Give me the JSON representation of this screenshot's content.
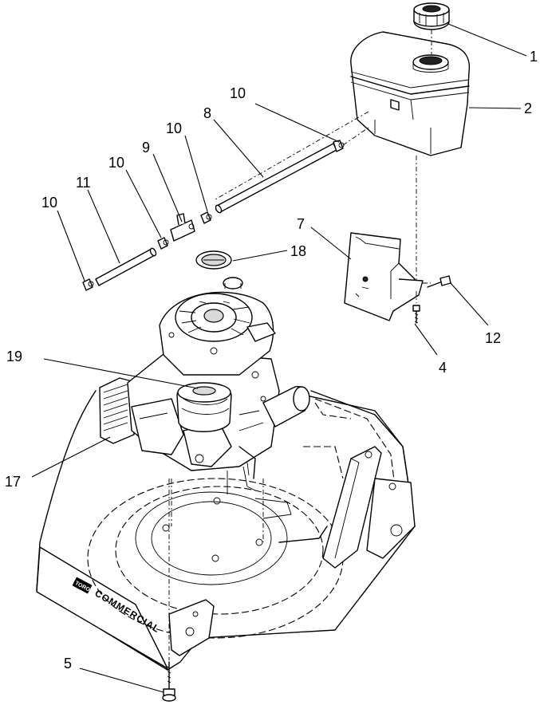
{
  "brand": {
    "logo_box_text": "TORO",
    "deck_text": "COMMERCIAL"
  },
  "callouts": [
    {
      "id": "c1",
      "label": "1",
      "part": "fuel-cap"
    },
    {
      "id": "c2",
      "label": "2",
      "part": "fuel-tank"
    },
    {
      "id": "c4",
      "label": "4",
      "part": "bracket-screw"
    },
    {
      "id": "c5",
      "label": "5",
      "part": "bolt"
    },
    {
      "id": "c7",
      "label": "7",
      "part": "tank-bracket"
    },
    {
      "id": "c8",
      "label": "8",
      "part": "fuel-line-upper"
    },
    {
      "id": "c9",
      "label": "9",
      "part": "fuel-valve"
    },
    {
      "id": "c10a",
      "label": "10",
      "part": "hose-clamp"
    },
    {
      "id": "c10b",
      "label": "10",
      "part": "hose-clamp"
    },
    {
      "id": "c10c",
      "label": "10",
      "part": "hose-clamp"
    },
    {
      "id": "c10d",
      "label": "10",
      "part": "hose-clamp"
    },
    {
      "id": "c11",
      "label": "11",
      "part": "fuel-line-lower"
    },
    {
      "id": "c12",
      "label": "12",
      "part": "bracket-bolt"
    },
    {
      "id": "c17",
      "label": "17",
      "part": "engine"
    },
    {
      "id": "c18",
      "label": "18",
      "part": "decal"
    },
    {
      "id": "c19",
      "label": "19",
      "part": "air-cleaner"
    }
  ]
}
